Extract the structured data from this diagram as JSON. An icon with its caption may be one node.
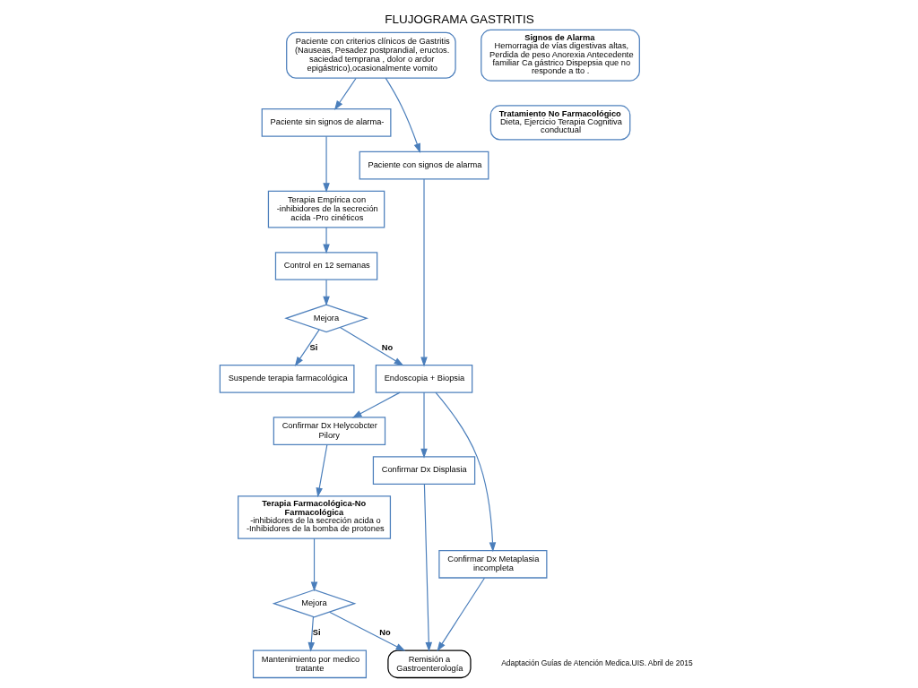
{
  "diagram": {
    "title": "FLUJOGRAMA GASTRITIS",
    "caption": "Adaptación Guías de Atención Medica.UIS. Abril de 2015",
    "nodes": [
      {
        "text": [
          "Paciente con criterios clínicos de Gastritis (Nauseas, Pesadez postprandial, eructos. saciedad temprana , dolor o ardor epigástrico),ocasionalmente vomito"
        ]
      },
      {
        "text": [
          "Paciente sin signos de alarma-"
        ]
      },
      {
        "text": [
          "Paciente con signos de alarma"
        ]
      },
      {
        "text": [
          "Terapia Empírica con -inhibidores de la secreción acida -Pro cinéticos"
        ]
      },
      {
        "text": [
          "Endoscopia + Biopsia"
        ]
      },
      {
        "text": [
          "Control en 12 semanas"
        ]
      },
      {
        "text": [
          "Mejora"
        ]
      },
      {
        "text": [
          "Suspende terapia farmacológica"
        ]
      },
      {
        "text": [
          "Confirmar Dx Helycobcter Pilory"
        ]
      },
      {
        "text": [
          "Confirmar Dx Displasia"
        ]
      },
      {
        "text": [
          "Confirmar Dx Metaplasia incompleta"
        ]
      },
      {
        "text": [
          "Terapia Farmacológica-No Farmacológica",
          "-inhibidores de la secreción acida o -Inhibidores de la bomba de protones"
        ]
      },
      {
        "text": [
          "Remisión a Gastroenterología"
        ]
      },
      {
        "text": [
          "Mejora"
        ]
      },
      {
        "text": [
          "Mantenimiento por medico tratante"
        ]
      },
      {
        "text": [
          "Signos de Alarma",
          "Hemorragia de vías digestivas altas, Perdida de peso Anorexia Antecedente familiar Ca gástrico Dispepsia que no responde a tto ."
        ]
      },
      {
        "text": [
          "Tratamiento No Farmacológico",
          "Dieta, Ejercicio Terapia Cognitiva conductual"
        ]
      }
    ],
    "edges": [
      {
        "from": 0,
        "to": 1,
        "arrow": "to"
      },
      {
        "from": 0,
        "to": 2,
        "arrow": "to"
      },
      {
        "from": 1,
        "to": 3,
        "arrow": "to"
      },
      {
        "from": 2,
        "to": 4,
        "arrow": "to"
      },
      {
        "from": 3,
        "to": 5,
        "arrow": "to"
      },
      {
        "from": 5,
        "to": 6,
        "arrow": "to"
      },
      {
        "from": 6,
        "to": 7,
        "arrow": "to",
        "label": "Si"
      },
      {
        "from": 6,
        "to": 4,
        "arrow": "to",
        "label": "No"
      },
      {
        "from": 4,
        "to": 8,
        "arrow": "to"
      },
      {
        "from": 4,
        "to": 9,
        "arrow": "to"
      },
      {
        "from": 4,
        "to": 10,
        "arrow": "to"
      },
      {
        "from": 8,
        "to": 11,
        "arrow": "to"
      },
      {
        "from": 9,
        "to": 12,
        "arrow": "to"
      },
      {
        "from": 10,
        "to": 12,
        "arrow": "to"
      },
      {
        "from": 11,
        "to": 13,
        "arrow": "to"
      },
      {
        "from": 13,
        "to": 14,
        "arrow": "to",
        "label": "Si"
      },
      {
        "from": 13,
        "to": 12,
        "arrow": "to",
        "label": "No"
      }
    ]
  }
}
